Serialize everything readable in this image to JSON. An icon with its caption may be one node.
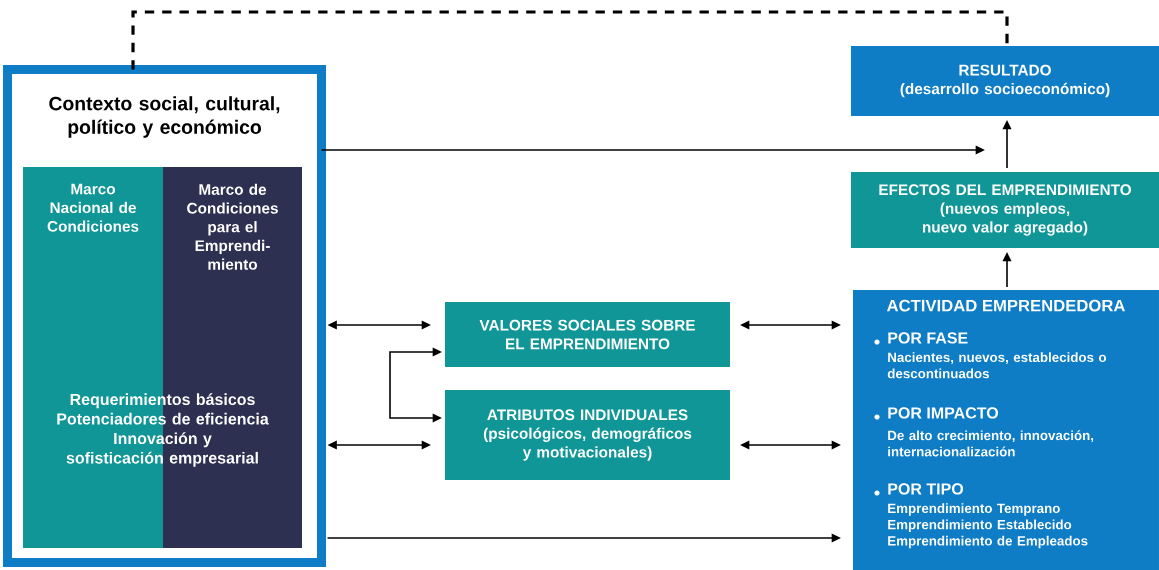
{
  "diagram": {
    "nodes": [
      {
        "text": [
          "Contexto social, cultural, político y económico"
        ]
      },
      {
        "text": [
          "Marco Nacional de Condiciones"
        ],
        "in": 0
      },
      {
        "text": [
          "Marco de Condiciones para el Emprendi-miento"
        ],
        "in": 0
      },
      {
        "text": [
          "Requerimientos básicos",
          "Potenciadores de eficiencia",
          "Innovación y sofisticación empresarial"
        ],
        "in": 0
      },
      {
        "text": [
          "VALORES SOCIALES SOBRE EL EMPRENDIMIENTO"
        ]
      },
      {
        "text": [
          "ATRIBUTOS INDIVIDUALES",
          "(psicológicos, demográficos y motivacionales)"
        ]
      },
      {
        "text": [
          "RESULTADO",
          "(desarrollo socioeconómico)"
        ]
      },
      {
        "text": [
          "EFECTOS DEL EMPRENDIMIENTO",
          "(nuevos empleos, nuevo valor agregado)"
        ]
      },
      {
        "text": [
          "ACTIVIDAD EMPRENDEDORA",
          "POR FASE",
          "Nacientes, nuevos, establecidos o descontinuados",
          "POR IMPACTO",
          "De alto crecimiento, innovación, internacionalización",
          "POR TIPO",
          "Emprendimiento Temprano Emprendimiento Establecido Emprendimiento de Empleados"
        ]
      }
    ],
    "edges": [
      {
        "from": 0,
        "to": 6,
        "arrow": "none",
        "style": "dashed"
      },
      {
        "from": 0,
        "to": null,
        "arrow": "to"
      },
      {
        "from": 7,
        "to": 6,
        "arrow": "to"
      },
      {
        "from": 8,
        "to": 7,
        "arrow": "to"
      },
      {
        "from": 0,
        "to": 4,
        "arrow": "both"
      },
      {
        "from": 0,
        "to": 5,
        "arrow": "both"
      },
      {
        "from": 4,
        "to": 5,
        "arrow": "both"
      },
      {
        "from": 4,
        "to": 8,
        "arrow": "both"
      },
      {
        "from": 5,
        "to": 8,
        "arrow": "both"
      },
      {
        "from": 0,
        "to": 8,
        "arrow": "to"
      }
    ]
  }
}
